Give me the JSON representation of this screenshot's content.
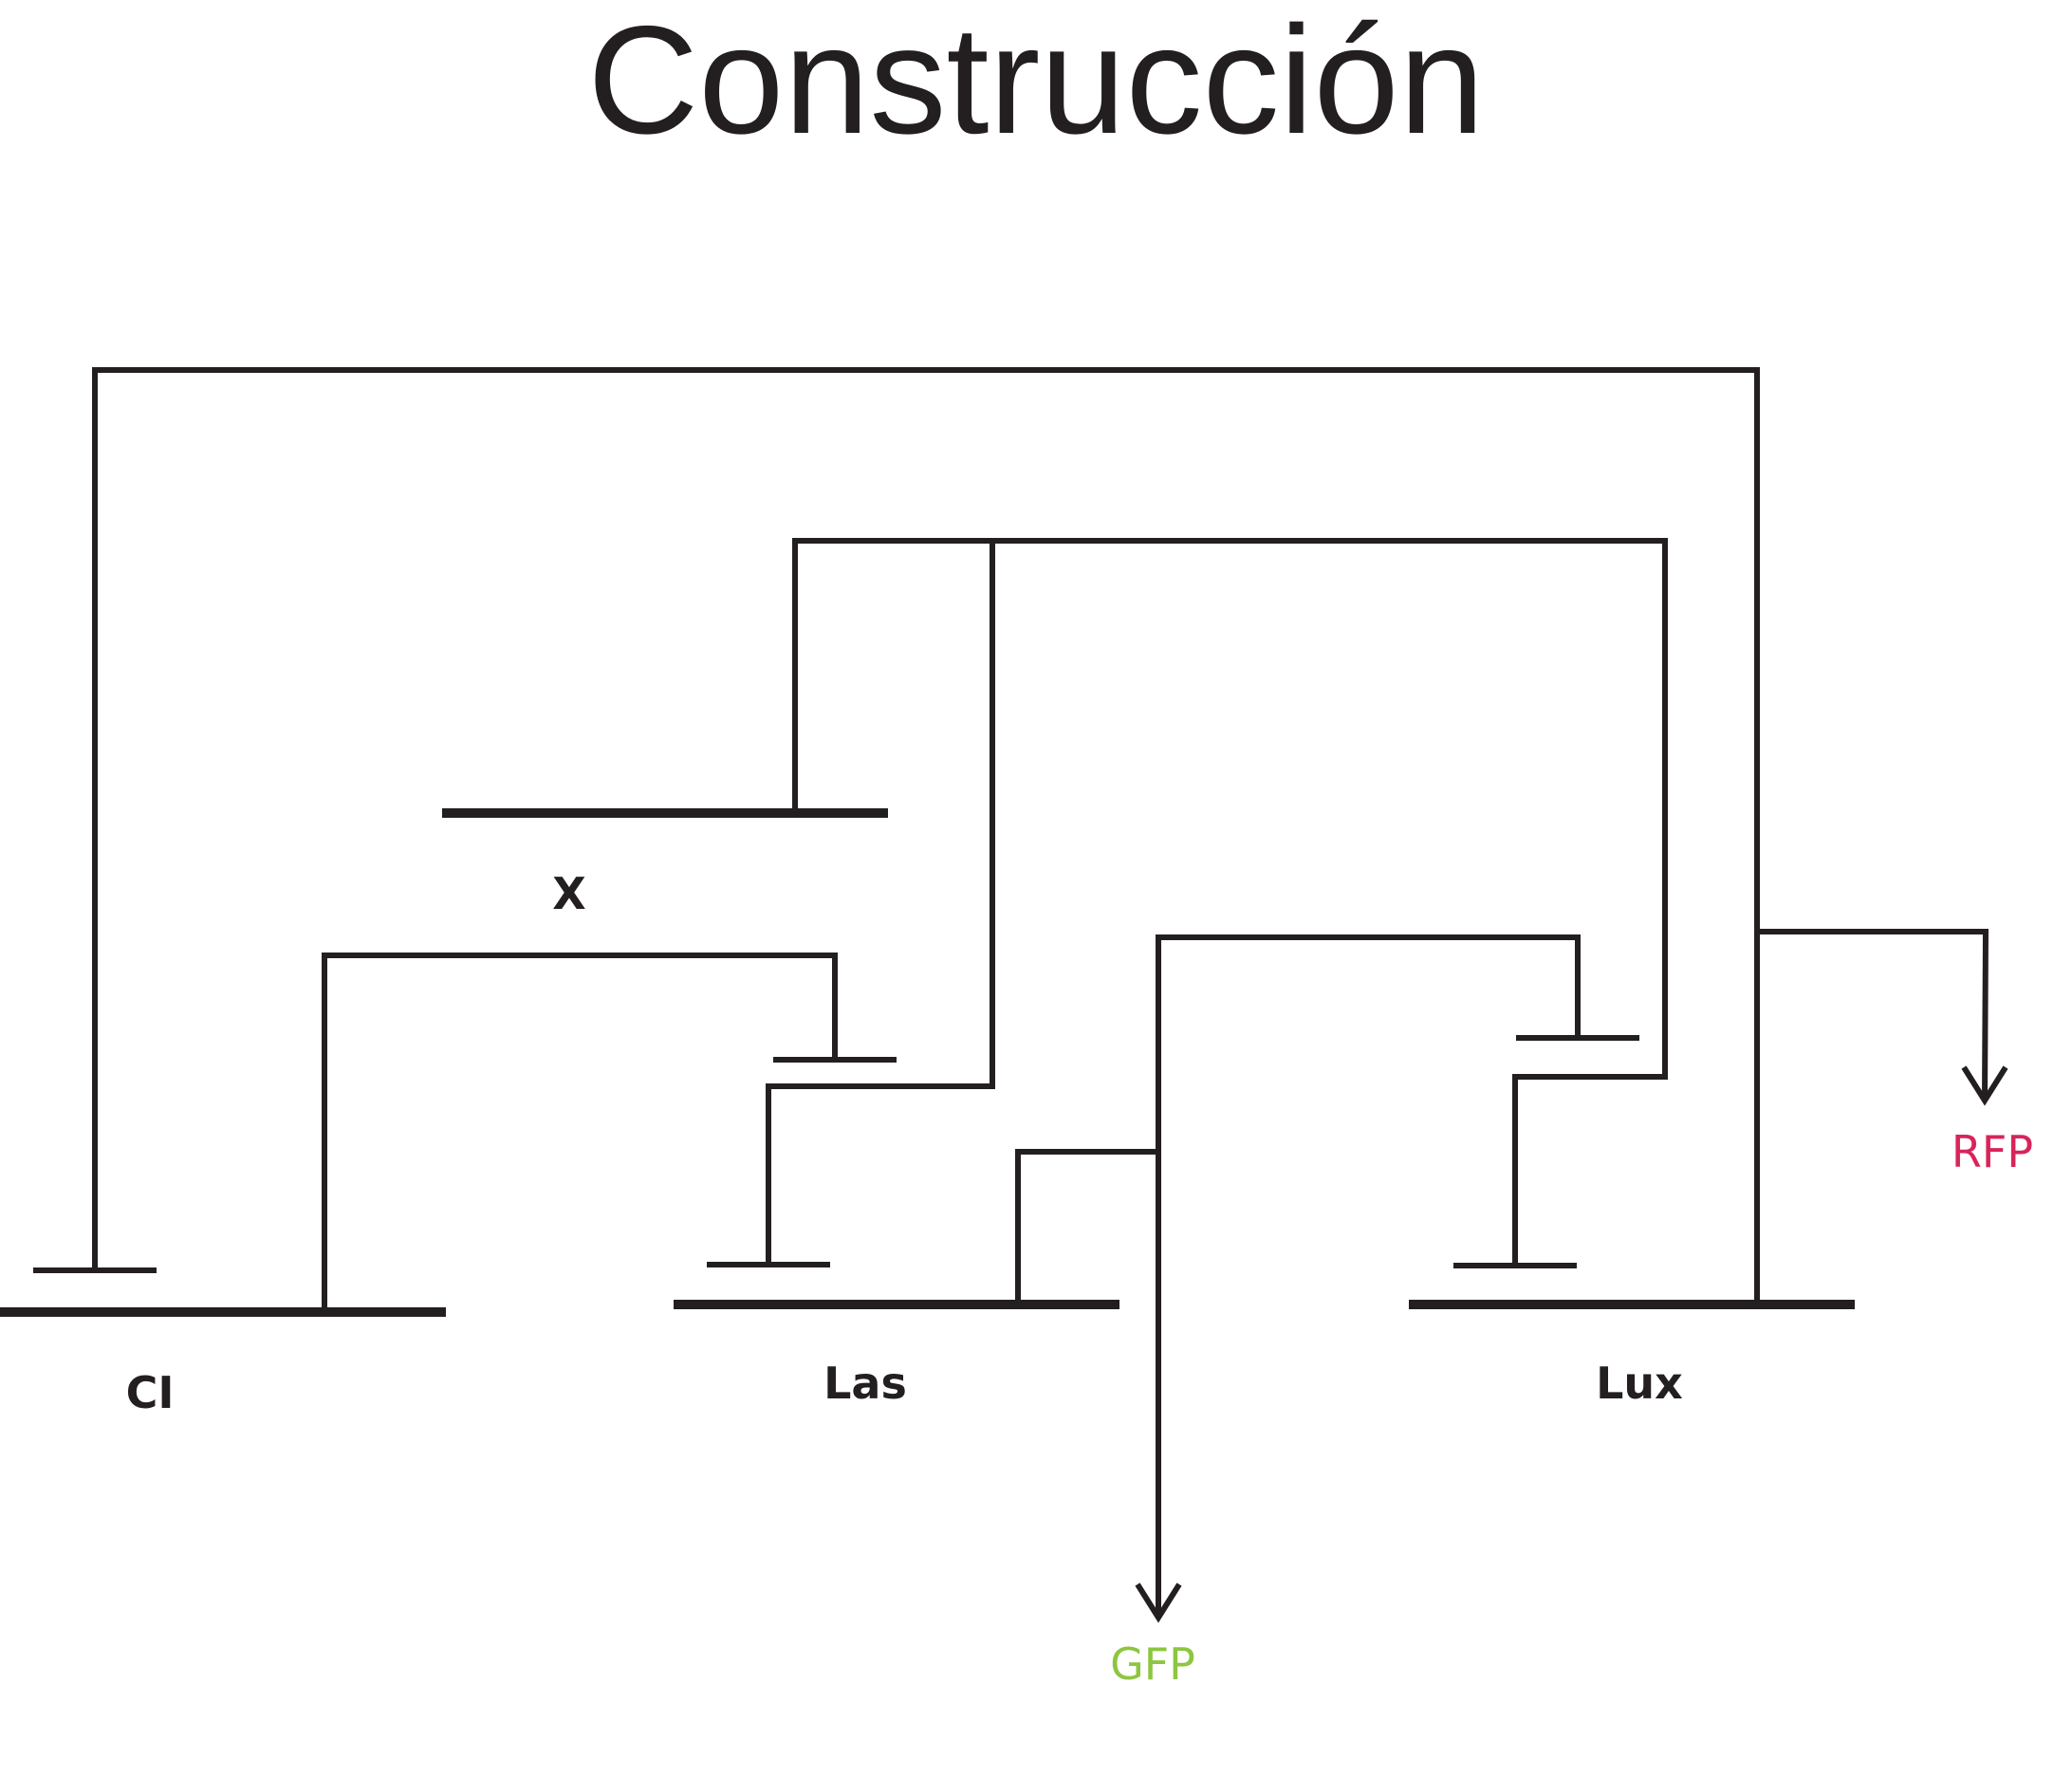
{
  "title": "Construcción",
  "genes": {
    "ci": "CI",
    "las": "Las",
    "lux": "Lux",
    "x": "X"
  },
  "reporters": {
    "gfp": "GFP",
    "rfp": "RFP"
  },
  "colors": {
    "line": "#231f20",
    "gfp": "#8dc63f",
    "rfp": "#d8245a"
  }
}
